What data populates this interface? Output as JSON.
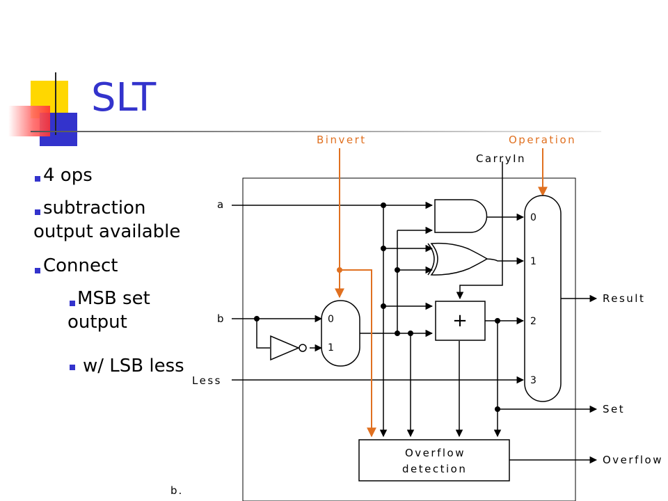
{
  "slide": {
    "title": "SLT",
    "bullets": [
      {
        "text": "4 ops",
        "level": 1
      },
      {
        "text": "subtraction output available",
        "level": 1
      },
      {
        "text": "Connect",
        "level": 1
      },
      {
        "text": "MSB set output",
        "level": 2
      },
      {
        "text": "w/ LSB less",
        "level": 2
      }
    ]
  },
  "diagram": {
    "control_labels": {
      "binvert": "Binvert",
      "operation": "Operation",
      "carryin": "CarryIn"
    },
    "inputs": {
      "a": "a",
      "b": "b",
      "less": "Less"
    },
    "outputs": {
      "result": "Result",
      "set": "Set",
      "overflow": "Overflow"
    },
    "mux_b": {
      "in0": "0",
      "in1": "1"
    },
    "mux_out": {
      "in0": "0",
      "in1": "1",
      "in2": "2",
      "in3": "3"
    },
    "adder_symbol": "+",
    "overflow_box": {
      "line1": "Overflow",
      "line2": "detection"
    },
    "figure_label": "b.",
    "control_color": "#e07020"
  }
}
